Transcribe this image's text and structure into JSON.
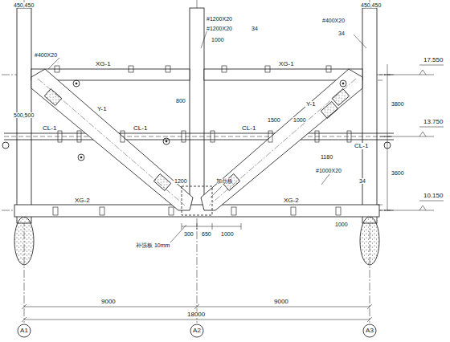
{
  "diagram": {
    "labels": [
      "450,450",
      "450,450",
      "XG-1",
      "XG-1",
      "CL-1",
      "CL-1",
      "CL-1",
      "CL-1",
      "XG-2",
      "XG-2",
      "Y-1",
      "Y-1",
      "#400X20",
      "#1200X20",
      "#1200X20",
      "1000",
      "34",
      "#400X20",
      "34",
      "#1000X20",
      "34",
      "17.550",
      "13.750",
      "10.150",
      "3800",
      "3600",
      "1500",
      "1000",
      "1180",
      "800",
      "1200",
      "加劲板",
      "补强板 10mm",
      "300",
      "650",
      "1000",
      "1000",
      "500,500",
      "9000",
      "9000",
      "18000",
      "A1",
      "A2",
      "A3"
    ]
  }
}
